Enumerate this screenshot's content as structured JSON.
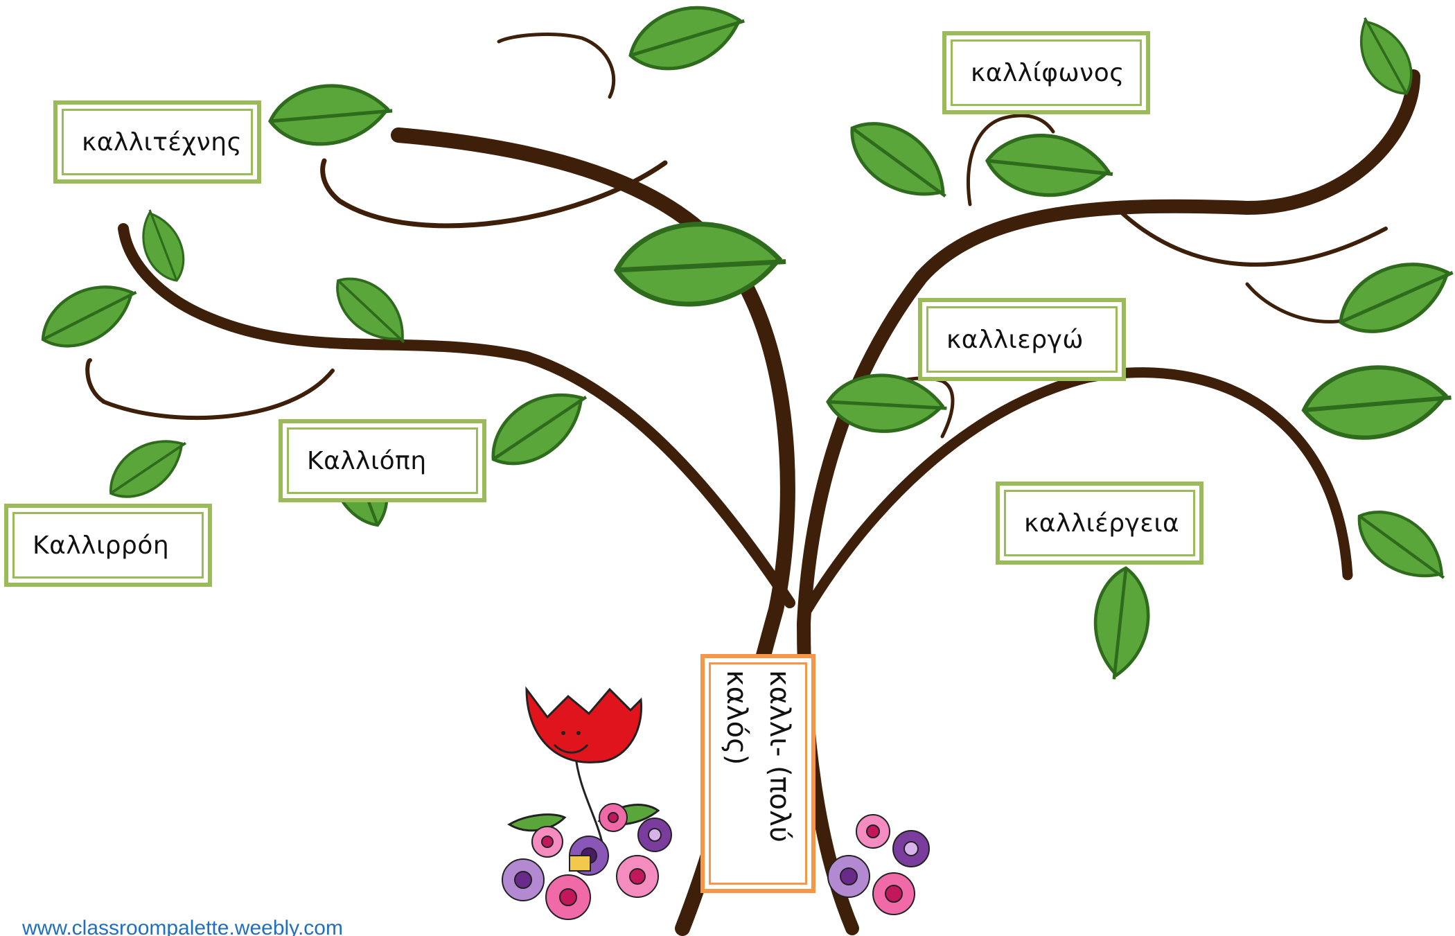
{
  "tree": {
    "root": {
      "line1": "καλλι- (πολύ",
      "line2": "καλός)"
    },
    "words": [
      "καλλιτέχνης",
      "καλλίφωνος",
      "καλλιεργώ",
      "Καλλιόπη",
      "Καλλιρρόη",
      "καλλιέργεια"
    ]
  },
  "footer": {
    "url": "www.classroompalette.weebly.com"
  },
  "colors": {
    "trunk": "#3d1f0a",
    "leaf": "#5aa63a",
    "leaf_dark": "#2f6b1c",
    "box_border": "#9bbb59",
    "root_border": "#f79646",
    "tulip": "#e0141c",
    "footer_text": "#1f6fc0"
  }
}
